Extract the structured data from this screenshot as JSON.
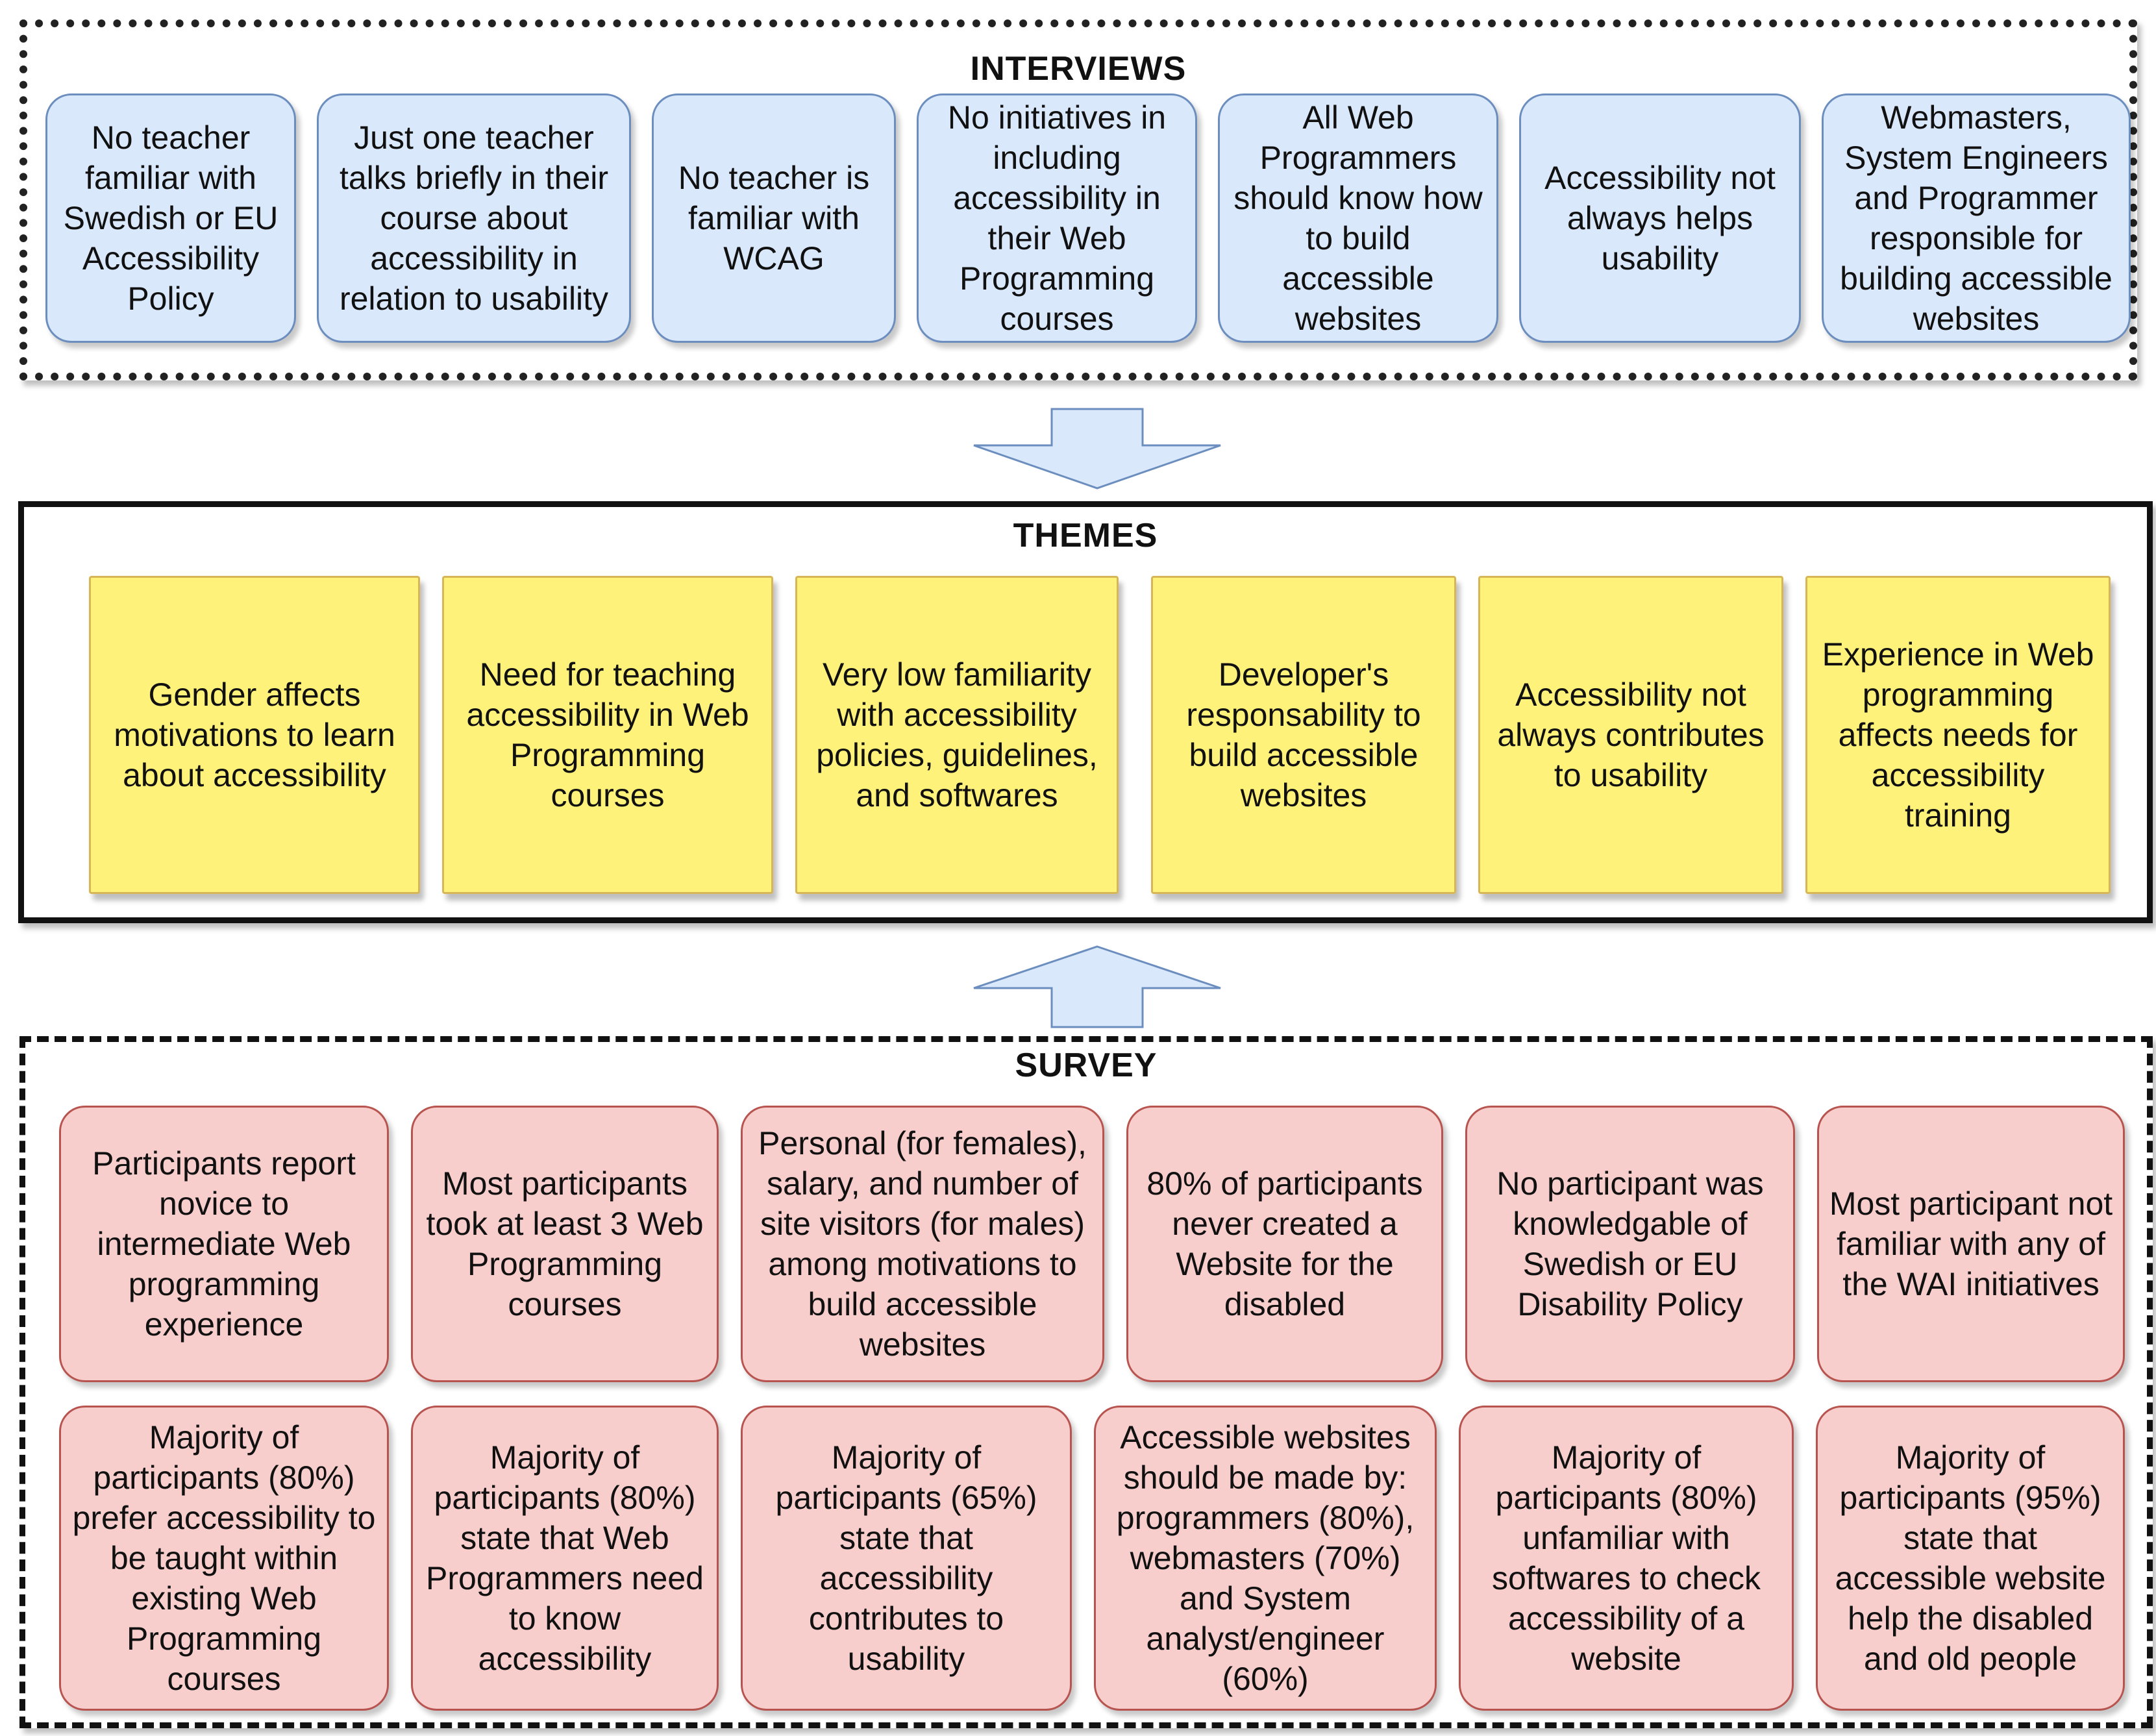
{
  "sections": {
    "interviews": {
      "title": "INTERVIEWS",
      "cards": [
        "No teacher familiar with Swedish or EU Accessibility Policy",
        "Just one teacher talks briefly in their course about accessibility in relation to usability",
        "No teacher is familiar with WCAG",
        "No initiatives in including accessibility in their Web Programming courses",
        "All Web Programmers should know how to build accessible websites",
        "Accessibility not always helps usability",
        "Webmasters, System Engineers and Programmer responsible for building accessible websites"
      ]
    },
    "themes": {
      "title": "THEMES",
      "cards": [
        "Gender affects motivations to learn about accessibility",
        "Need for teaching accessibility in Web Programming courses",
        "Very low familiarity with accessibility policies, guidelines, and softwares",
        "Developer's responsability to build accessible websites",
        "Accessibility not always contributes to usability",
        "Experience in Web programming affects needs for accessibility training"
      ]
    },
    "survey": {
      "title": "SURVEY",
      "row1": [
        "Participants report novice to intermediate Web programming experience",
        "Most participants took at least 3 Web Programming courses",
        "Personal (for females), salary, and number of site visitors (for males) among motivations to build accessible websites",
        "80% of participants never created a Website for the disabled",
        "No participant was knowledgable of Swedish or EU Disability Policy",
        "Most participant not familiar with any of the WAI initiatives"
      ],
      "row2": [
        "Majority of participants (80%) prefer accessibility to be taught within existing Web Programming courses",
        "Majority of participants (80%) state that Web Programmers need to know accessibility",
        "Majority of participants (65%) state that accessibility contributes to usability",
        "Accessible websites should be made by: programmers (80%), webmasters (70%) and System analyst/engineer (60%)",
        "Majority of participants (80%) unfamiliar with softwares to check accessibility of a website",
        "Majority of participants (95%) state that accessible website help the disabled and old people"
      ]
    }
  },
  "colors": {
    "interview_fill": "#dae8fc",
    "interview_stroke": "#6c8ebf",
    "theme_fill": "#fff27a",
    "theme_stroke": "#d6b656",
    "survey_fill": "#f8cecc",
    "survey_stroke": "#b85450",
    "arrow_fill": "#dae8fc",
    "arrow_stroke": "#6c8ebf"
  }
}
